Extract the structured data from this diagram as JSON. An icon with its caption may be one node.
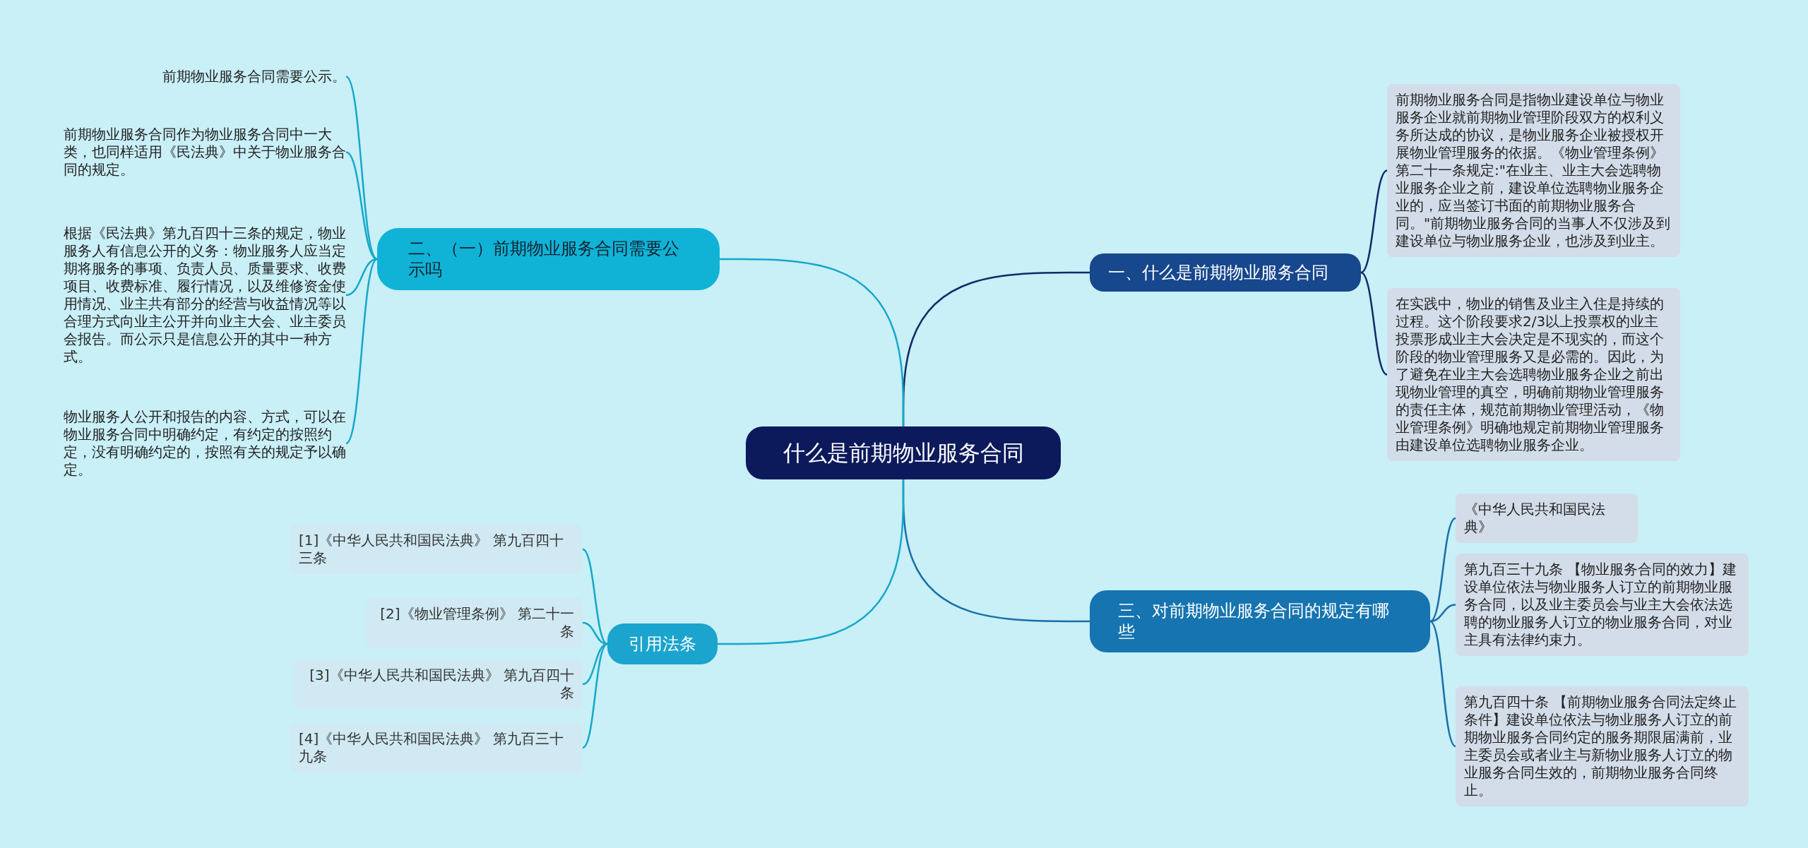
{
  "diagram": {
    "nodes": [
      {
        "text": [
          "什么是前期物业服务合同"
        ]
      },
      {
        "text": [
          "一、什么是前期物业服务合同"
        ]
      },
      {
        "text": [
          "前期物业服务合同是指物业建设单位与物业服务企业就前期物业管理阶段双方的权利义务所达成的协议，是物业服务企业被授权开展物业管理服务的依据。《物业管理条例》第二十一条规定:\"在业主、业主大会选聘物业服务企业之前，建设单位选聘物业服务企业的，应当签订书面的前期物业服务合同。\"前期物业服务合同的当事人不仅涉及到建设单位与物业服务企业，也涉及到业主。"
        ]
      },
      {
        "text": [
          "在实践中，物业的销售及业主入住是持续的过程。这个阶段要求2/3以上投票权的业主投票形成业主大会决定是不现实的，而这个阶段的物业管理服务又是必需的。因此，为了避免在业主大会选聘物业服务企业之前出现物业管理的真空，明确前期物业管理服务的责任主体，规范前期物业管理活动，《物业管理条例》明确地规定前期物业管理服务由建设单位选聘物业服务企业。"
        ]
      },
      {
        "text": [
          "三、对前期物业服务合同的规定有哪些"
        ]
      },
      {
        "text": [
          "《中华人民共和国民法典》"
        ]
      },
      {
        "text": [
          "第九百三十九条 【物业服务合同的效力】建设单位依法与物业服务人订立的前期物业服务合同，以及业主委员会与业主大会依法选聘的物业服务人订立的物业服务合同，对业主具有法律约束力。"
        ]
      },
      {
        "text": [
          "第九百四十条 【前期物业服务合同法定终止条件】建设单位依法与物业服务人订立的前期物业服务合同约定的服务期限届满前，业主委员会或者业主与新物业服务人订立的物业服务合同生效的，前期物业服务合同终止。"
        ]
      },
      {
        "text": [
          "二、（一）前期物业服务合同需要公示吗"
        ]
      },
      {
        "text": [
          "前期物业服务合同需要公示。"
        ]
      },
      {
        "text": [
          "前期物业服务合同作为物业服务合同中一大类，也同样适用《民法典》中关于物业服务合同的规定。"
        ]
      },
      {
        "text": [
          "根据《民法典》第九百四十三条的规定，物业服务人有信息公开的义务：物业服务人应当定期将服务的事项、负责人员、质量要求、收费项目、收费标准、履行情况，以及维修资金使用情况、业主共有部分的经营与收益情况等以合理方式向业主公开并向业主大会、业主委员会报告。而公示只是信息公开的其中一种方式。"
        ]
      },
      {
        "text": [
          "物业服务人公开和报告的内容、方式，可以在物业服务合同中明确约定，有约定的按照约定，没有明确约定的，按照有关的规定予以确定。"
        ]
      },
      {
        "text": [
          "引用法条"
        ]
      },
      {
        "text": [
          "[1]《中华人民共和国民法典》 第九百四十三条"
        ]
      },
      {
        "text": [
          "[2]《物业管理条例》 第二十一条"
        ]
      },
      {
        "text": [
          "[3]《中华人民共和国民法典》 第九百四十条"
        ]
      },
      {
        "text": [
          "[4]《中华人民共和国民法典》 第九百三十九条"
        ]
      }
    ],
    "edges": [
      {
        "from": 0,
        "to": 1,
        "arrow": "none",
        "color": "#102a6a"
      },
      {
        "from": 1,
        "to": 2,
        "arrow": "none",
        "color": "#102a6a"
      },
      {
        "from": 1,
        "to": 3,
        "arrow": "none",
        "color": "#102a6a"
      },
      {
        "from": 0,
        "to": 4,
        "arrow": "none",
        "color": "#1670a8"
      },
      {
        "from": 4,
        "to": 5,
        "arrow": "none",
        "color": "#1670a8"
      },
      {
        "from": 4,
        "to": 6,
        "arrow": "none",
        "color": "#1670a8"
      },
      {
        "from": 4,
        "to": 7,
        "arrow": "none",
        "color": "#1670a8"
      },
      {
        "from": 0,
        "to": 8,
        "arrow": "none"
      },
      {
        "from": 8,
        "to": 9,
        "arrow": "none"
      },
      {
        "from": 8,
        "to": 10,
        "arrow": "none"
      },
      {
        "from": 8,
        "to": 11,
        "arrow": "none"
      },
      {
        "from": 8,
        "to": 12,
        "arrow": "none"
      },
      {
        "from": 0,
        "to": 13,
        "arrow": "none"
      },
      {
        "from": 13,
        "to": 14,
        "arrow": "none"
      },
      {
        "from": 13,
        "to": 15,
        "arrow": "none"
      },
      {
        "from": 13,
        "to": 16,
        "arrow": "none"
      },
      {
        "from": 13,
        "to": 17,
        "arrow": "none"
      }
    ]
  }
}
